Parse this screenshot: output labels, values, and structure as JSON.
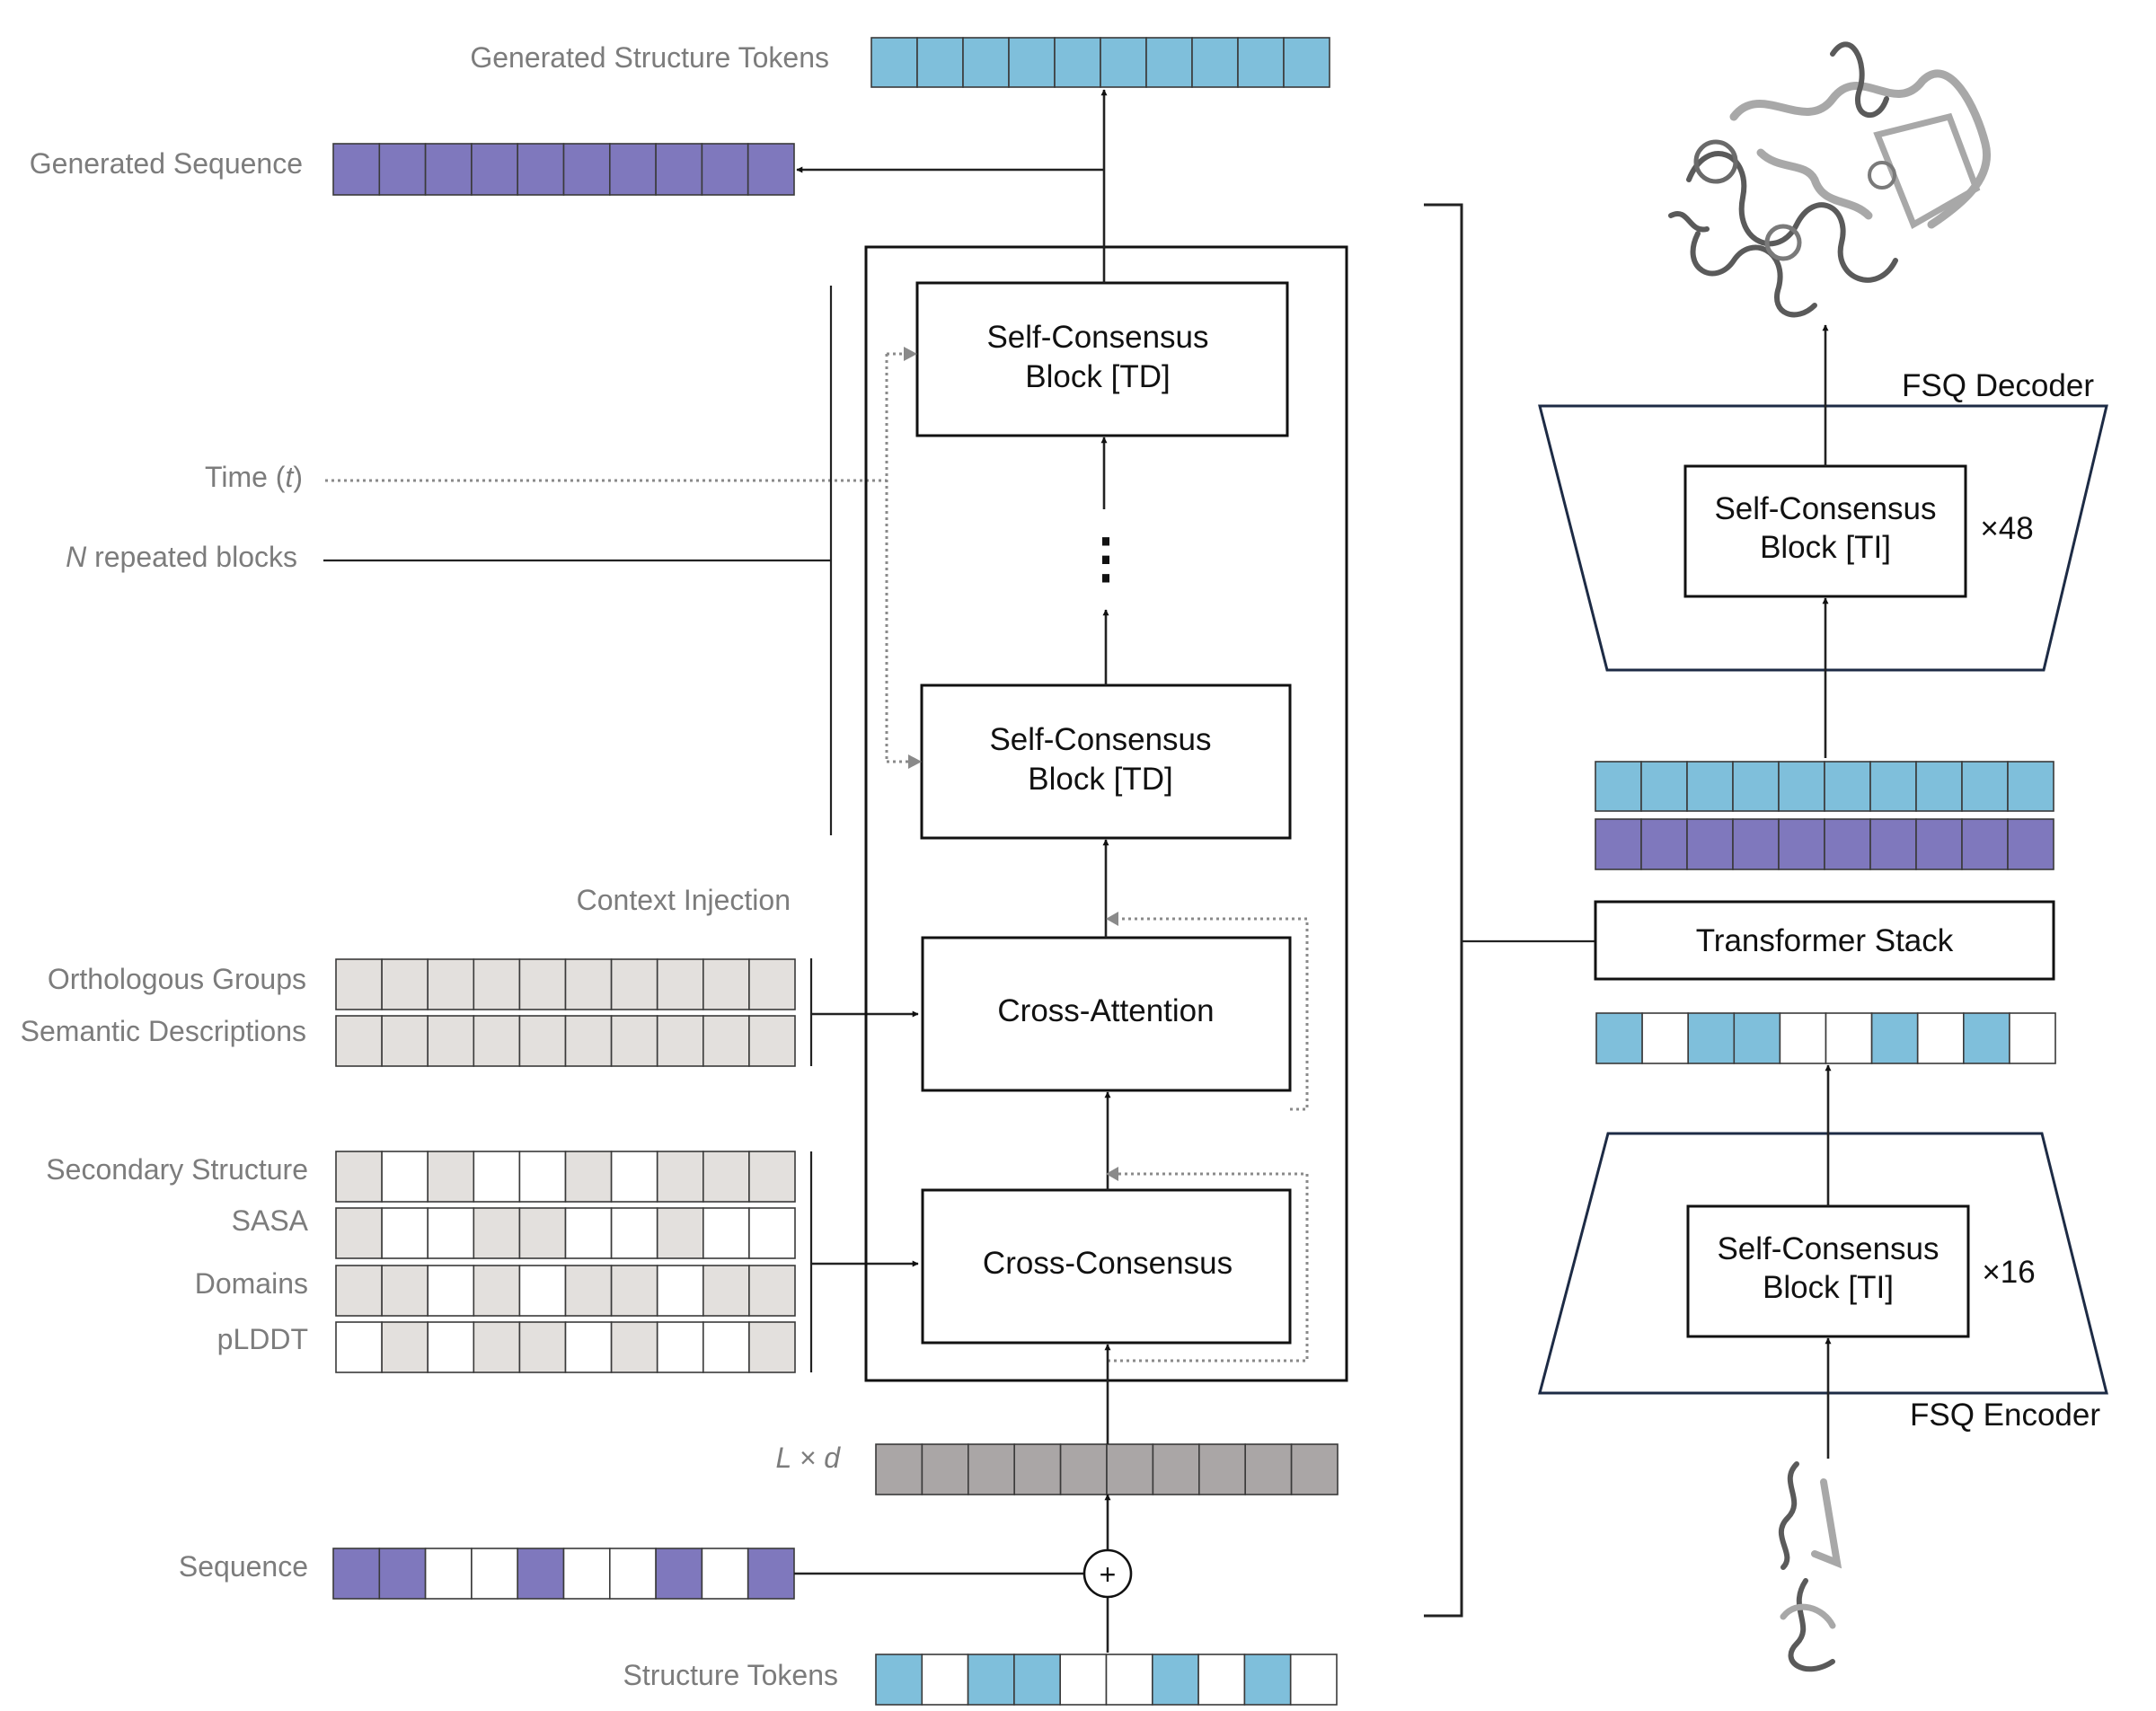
{
  "colors": {
    "structure_token": "#7fbfdb",
    "sequence_token": "#7f78bd",
    "context_token": "#e3e0dd",
    "embedding_token": "#aaa6a6",
    "empty_token": "#ffffff"
  },
  "icons": [
    "protein-structure-large",
    "protein-structure-small",
    "plus-circle-icon"
  ],
  "labels": {
    "generated_structure_tokens": "Generated Structure Tokens",
    "generated_sequence": "Generated Sequence",
    "time_prefix": "Time (",
    "time_var": "t",
    "time_suffix": ")",
    "n_var": "N",
    "n_repeated": " repeated blocks",
    "context_injection": "Context Injection",
    "orthologous_groups": "Orthologous Groups",
    "semantic_descriptions": "Semantic Descriptions",
    "secondary_structure": "Secondary Structure",
    "sasa": "SASA",
    "domains": "Domains",
    "plddt": "pLDDT",
    "lxd": "L × d",
    "sequence": "Sequence",
    "structure_tokens": "Structure Tokens",
    "fsq_decoder": "FSQ Decoder",
    "fsq_encoder": "FSQ Encoder",
    "plus": "+",
    "ellipsis": "⋮"
  },
  "blocks": {
    "self_consensus_top_line1": "Self-Consensus",
    "self_consensus_top_line2": "Block [TD]",
    "self_consensus_bottom_line1": "Self-Consensus",
    "self_consensus_bottom_line2": "Block [TD]",
    "cross_attention": "Cross-Attention",
    "cross_consensus": "Cross-Consensus",
    "transformer_stack": "Transformer Stack",
    "decoder_block_line1": "Self-Consensus",
    "decoder_block_line2": "Block [TI]",
    "decoder_repeat": "×48",
    "encoder_block_line1": "Self-Consensus",
    "encoder_block_line2": "Block [TI]",
    "encoder_repeat": "×16"
  },
  "token_rows": {
    "generated_structure_tokens": [
      "S",
      "S",
      "S",
      "S",
      "S",
      "S",
      "S",
      "S",
      "S",
      "S"
    ],
    "generated_sequence": [
      "Q",
      "Q",
      "Q",
      "Q",
      "Q",
      "Q",
      "Q",
      "Q",
      "Q",
      "Q"
    ],
    "orthologous_groups": [
      "C",
      "C",
      "C",
      "C",
      "C",
      "C",
      "C",
      "C",
      "C",
      "C"
    ],
    "semantic_descriptions": [
      "C",
      "C",
      "C",
      "C",
      "C",
      "C",
      "C",
      "C",
      "C",
      "C"
    ],
    "secondary_structure": [
      "C",
      "W",
      "C",
      "W",
      "W",
      "C",
      "W",
      "C",
      "C",
      "C"
    ],
    "sasa": [
      "C",
      "W",
      "W",
      "C",
      "C",
      "W",
      "W",
      "C",
      "W",
      "W"
    ],
    "domains": [
      "C",
      "C",
      "W",
      "C",
      "W",
      "C",
      "C",
      "W",
      "C",
      "C"
    ],
    "plddt": [
      "W",
      "C",
      "W",
      "C",
      "C",
      "W",
      "C",
      "W",
      "W",
      "C"
    ],
    "embedding": [
      "E",
      "E",
      "E",
      "E",
      "E",
      "E",
      "E",
      "E",
      "E",
      "E"
    ],
    "sequence": [
      "Q",
      "Q",
      "W",
      "W",
      "Q",
      "W",
      "W",
      "Q",
      "W",
      "Q"
    ],
    "structure_tokens": [
      "S",
      "W",
      "S",
      "S",
      "W",
      "W",
      "S",
      "W",
      "S",
      "W"
    ],
    "stack_output_structure": [
      "S",
      "S",
      "S",
      "S",
      "S",
      "S",
      "S",
      "S",
      "S",
      "S"
    ],
    "stack_output_sequence": [
      "Q",
      "Q",
      "Q",
      "Q",
      "Q",
      "Q",
      "Q",
      "Q",
      "Q",
      "Q"
    ],
    "stack_input_structure": [
      "S",
      "W",
      "S",
      "S",
      "W",
      "W",
      "S",
      "W",
      "S",
      "W"
    ]
  }
}
